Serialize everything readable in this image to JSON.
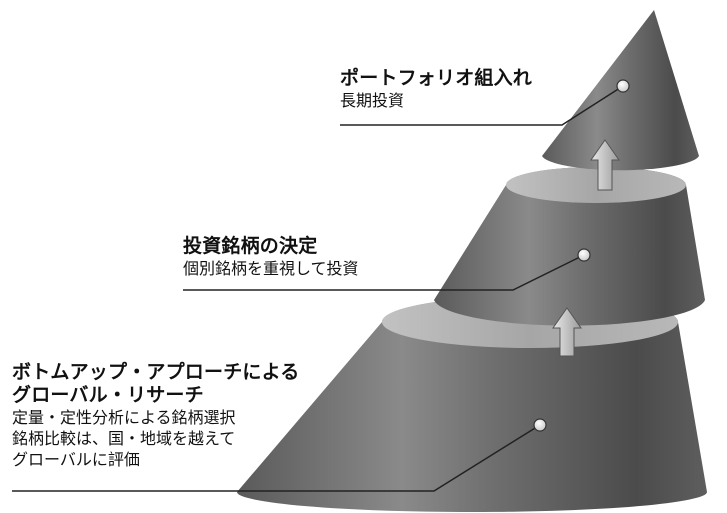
{
  "tiers": [
    {
      "title_lines": [
        "ポートフォリオ組入れ"
      ],
      "sub_lines": [
        "長期投資"
      ]
    },
    {
      "title_lines": [
        "投資銘柄の決定"
      ],
      "sub_lines": [
        "個別銘柄を重視して投資"
      ]
    },
    {
      "title_lines": [
        "ボトムアップ・アプローチによる",
        "グローバル・リサーチ"
      ],
      "sub_lines": [
        "定量・定性分析による銘柄選択",
        "銘柄比較は、国・地域を越えて",
        "グローバルに評価"
      ]
    }
  ],
  "colors": {
    "cone_dark": "#4a4a4a",
    "cone_light": "#c8c8c8",
    "top_face": "#bdbdbd",
    "text": "#111111"
  }
}
